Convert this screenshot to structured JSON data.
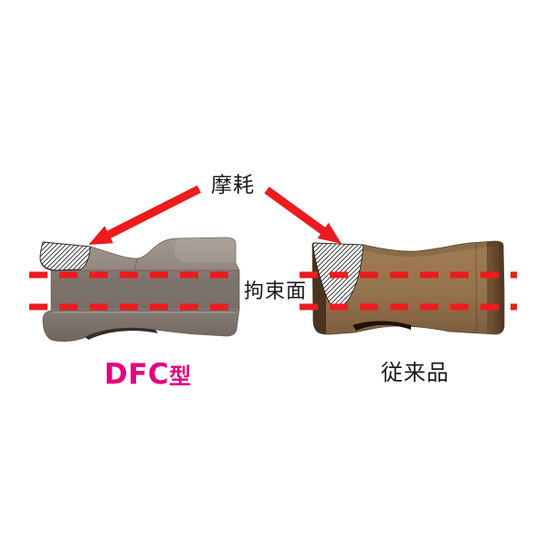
{
  "page": {
    "background": "#FFFFFF"
  },
  "annotations": {
    "wear_label": "摩耗",
    "constraint_surface_label": "拘束面"
  },
  "products": {
    "left": {
      "name": "DFC",
      "name_suffix": "型",
      "label_color": "#E6007E",
      "body_color": "#8C817A"
    },
    "right": {
      "name": "従来品",
      "label_color": "#1A1A1A",
      "body_color": "#96744E"
    }
  },
  "colors": {
    "accent_red": "#ED1B1E",
    "hatch_line": "#2A2A2A"
  }
}
